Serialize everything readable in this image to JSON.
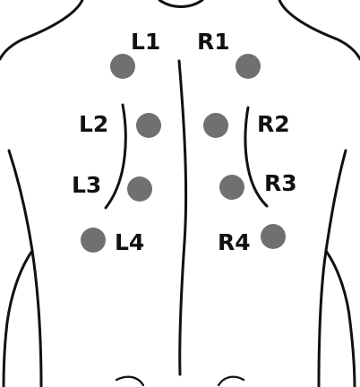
{
  "figure": {
    "marker_color": "#707070",
    "outline_color": "#111111",
    "points": [
      {
        "id": "L1",
        "label": "L1"
      },
      {
        "id": "R1",
        "label": "R1"
      },
      {
        "id": "L2",
        "label": "L2"
      },
      {
        "id": "R2",
        "label": "R2"
      },
      {
        "id": "L3",
        "label": "L3"
      },
      {
        "id": "R3",
        "label": "R3"
      },
      {
        "id": "L4",
        "label": "L4"
      },
      {
        "id": "R4",
        "label": "R4"
      }
    ]
  }
}
